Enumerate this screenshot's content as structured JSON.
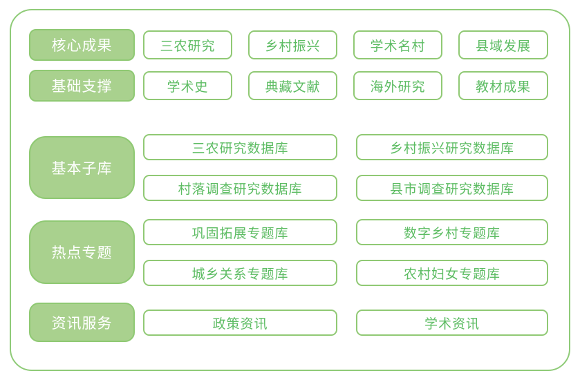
{
  "colors": {
    "frame_border": "#8FCB78",
    "category_fill": "#A9D18E",
    "category_border": "#8FC973",
    "category_text": "#FFFFFF",
    "button_border": "#90C974",
    "button_text": "#5DBC63",
    "background": "#FFFFFF"
  },
  "sections": [
    {
      "label": "核心成果",
      "items": [
        "三农研究",
        "乡村振兴",
        "学术名村",
        "县域发展"
      ]
    },
    {
      "label": "基础支撑",
      "items": [
        "学术史",
        "典藏文献",
        "海外研究",
        "教材成果"
      ]
    },
    {
      "label": "基本子库",
      "items": [
        "三农研究数据库",
        "乡村振兴研究数据库",
        "村落调查研究数据库",
        "县市调查研究数据库"
      ]
    },
    {
      "label": "热点专题",
      "items": [
        "巩固拓展专题库",
        "数字乡村专题库",
        "城乡关系专题库",
        "农村妇女专题库"
      ]
    },
    {
      "label": "资讯服务",
      "items": [
        "政策资讯",
        "学术资讯"
      ]
    }
  ]
}
